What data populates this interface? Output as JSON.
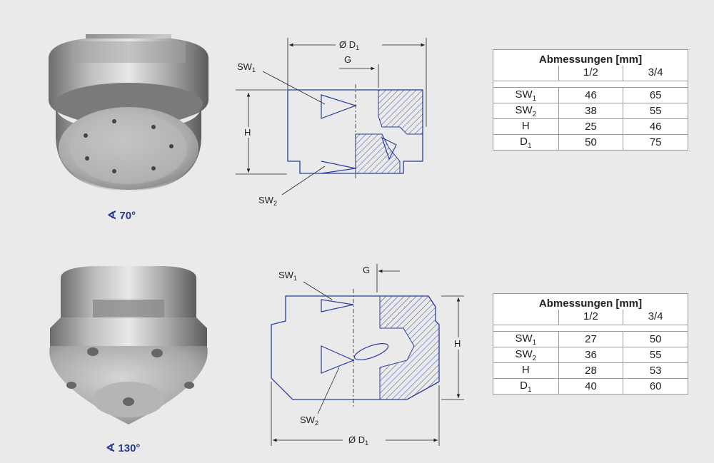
{
  "section1": {
    "angle": "70°",
    "drawing_labels": {
      "d1": "Ø D",
      "d1_sub": "1",
      "g": "G",
      "sw1": "SW",
      "sw1_sub": "1",
      "h": "H",
      "sw2": "SW",
      "sw2_sub": "2"
    },
    "table": {
      "title": "Abmessungen [mm]",
      "col1": "1/2",
      "col2": "3/4",
      "rows": [
        {
          "label": "SW",
          "sub": "1",
          "v1": "46",
          "v2": "65"
        },
        {
          "label": "SW",
          "sub": "2",
          "v1": "38",
          "v2": "55"
        },
        {
          "label": "H",
          "sub": "",
          "v1": "25",
          "v2": "46"
        },
        {
          "label": "D",
          "sub": "1",
          "v1": "50",
          "v2": "75"
        }
      ]
    }
  },
  "section2": {
    "angle": "130°",
    "drawing_labels": {
      "d1": "Ø D",
      "d1_sub": "1",
      "g": "G",
      "sw1": "SW",
      "sw1_sub": "1",
      "h": "H",
      "sw2": "SW",
      "sw2_sub": "2"
    },
    "table": {
      "title": "Abmessungen [mm]",
      "col1": "1/2",
      "col2": "3/4",
      "rows": [
        {
          "label": "SW",
          "sub": "1",
          "v1": "27",
          "v2": "50"
        },
        {
          "label": "SW",
          "sub": "2",
          "v1": "36",
          "v2": "55"
        },
        {
          "label": "H",
          "sub": "",
          "v1": "28",
          "v2": "53"
        },
        {
          "label": "D",
          "sub": "1",
          "v1": "40",
          "v2": "60"
        }
      ]
    }
  },
  "colors": {
    "background": "#eaeaea",
    "accent": "#243a8c",
    "drawing_line": "#2b3e9e",
    "metal": "#9a9a9a"
  }
}
